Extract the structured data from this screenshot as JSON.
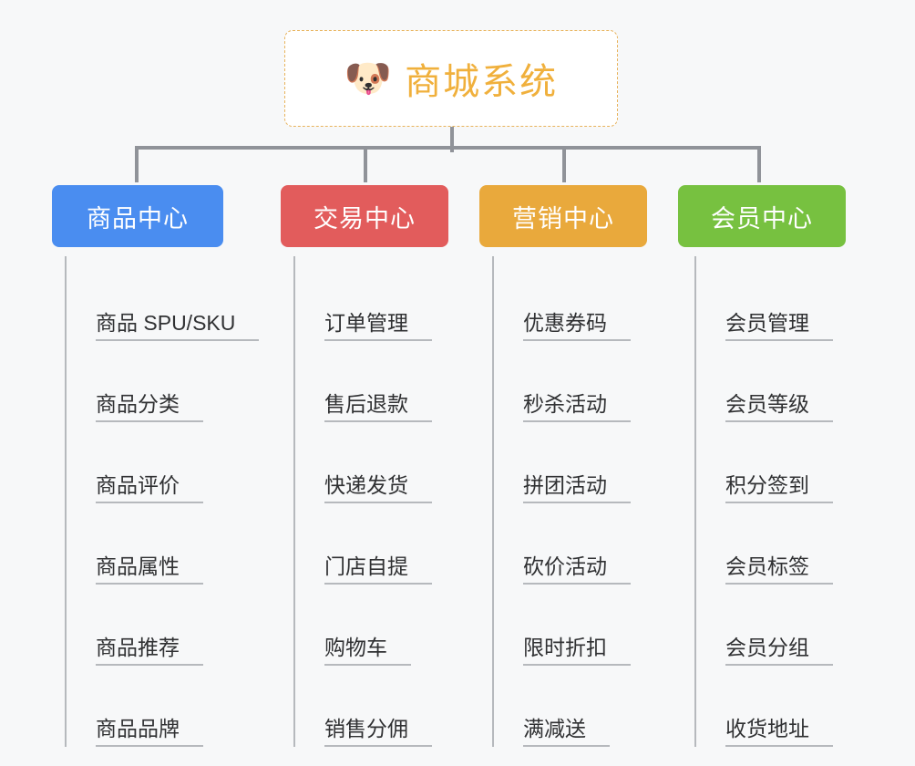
{
  "diagram": {
    "title": "商城系统",
    "type": "mindmap-org-chart",
    "background_color": "#f7f8f9",
    "connector_color": "#909399",
    "root": {
      "emoji": "dog-face-emoji",
      "emoji_glyph": "🐶",
      "label": "商城系统",
      "text_color": "#f0b03c",
      "border_color": "#e8b35c",
      "background_color": "#ffffff"
    },
    "branches": [
      {
        "label": "商品中心",
        "color": "#4a8df0",
        "items": [
          "商品 SPU/SKU",
          "商品分类",
          "商品评价",
          "商品属性",
          "商品推荐",
          "商品品牌"
        ]
      },
      {
        "label": "交易中心",
        "color": "#e25c5c",
        "items": [
          "订单管理",
          "售后退款",
          "快递发货",
          "门店自提",
          "购物车",
          "销售分佣"
        ]
      },
      {
        "label": "营销中心",
        "color": "#e9a93c",
        "items": [
          "优惠券码",
          "秒杀活动",
          "拼团活动",
          "砍价活动",
          "限时折扣",
          "满减送"
        ]
      },
      {
        "label": "会员中心",
        "color": "#77c140",
        "items": [
          "会员管理",
          "会员等级",
          "积分签到",
          "会员标签",
          "会员分组",
          "收货地址"
        ]
      }
    ]
  }
}
